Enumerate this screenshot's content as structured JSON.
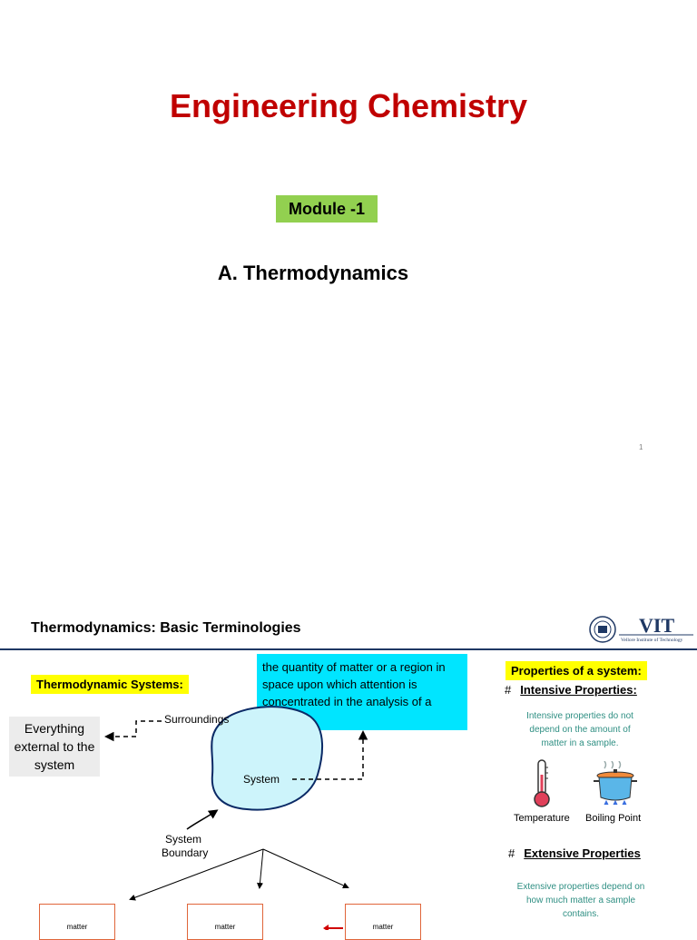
{
  "slide1": {
    "title": "Engineering Chemistry",
    "module_label": "Module -1",
    "subtitle": "A. Thermodynamics",
    "page_number": "1"
  },
  "slide2": {
    "title": "Thermodynamics: Basic Terminologies",
    "logo": {
      "text": "VIT",
      "subtext": "Vellore Institute of Technology"
    },
    "systems_label": "Thermodynamic Systems:",
    "definition": "the quantity of matter or a region in space upon which attention is concentrated in the analysis of a problem",
    "surroundings_note": "Everything external to the system",
    "diagram": {
      "surroundings": "Surroundings",
      "system": "System",
      "boundary_line1": "System",
      "boundary_line2": "Boundary",
      "box_labels": [
        "matter",
        "matter",
        "matter"
      ]
    },
    "properties_label": "Properties of a system:",
    "intensive": {
      "hash": "#",
      "heading": "Intensive Properties:",
      "description": "Intensive properties do not depend on the amount of matter in a sample.",
      "examples": [
        "Temperature",
        "Boiling Point"
      ]
    },
    "extensive": {
      "hash": "#",
      "heading": "Extensive Properties",
      "description": "Extensive properties depend on how much matter a sample contains."
    },
    "colors": {
      "title_red": "#c00000",
      "module_green": "#92d050",
      "highlight_yellow": "#ffff00",
      "definition_cyan": "#00e5ff",
      "system_fill": "#cdf4fb",
      "teal_text": "#2f8f83",
      "box_orange": "#e0653a"
    }
  }
}
